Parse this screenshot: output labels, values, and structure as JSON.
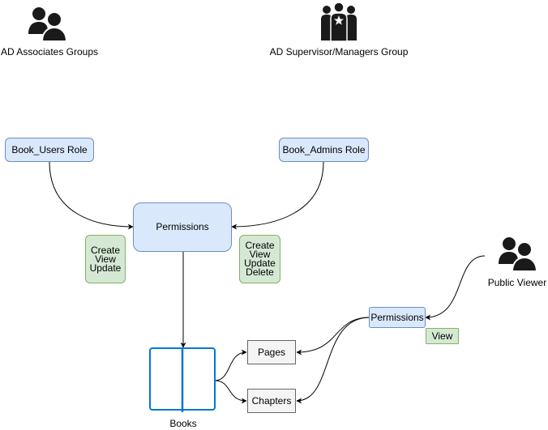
{
  "groups": {
    "associates": {
      "label": "AD Associates Groups",
      "icon": "user-group-icon"
    },
    "supervisors": {
      "label": "AD Supervisor/Managers Group",
      "icon": "manager-group-icon"
    },
    "public": {
      "label": "Public Viewer",
      "icon": "user-group-icon"
    }
  },
  "roles": {
    "users": "Book_Users Role",
    "admins": "Book_Admins Role"
  },
  "permissions": {
    "main": "Permissions",
    "public": "Permissions"
  },
  "notes": {
    "users": [
      "Create",
      "View",
      "Update"
    ],
    "admins": [
      "Create",
      "View",
      "Update",
      "Delete"
    ],
    "public": "View"
  },
  "resources": {
    "pages": "Pages",
    "chapters": "Chapters",
    "books": "Books",
    "books_icon": "open-book-icon"
  },
  "colors": {
    "role_fill": "#dae8fc",
    "role_stroke": "#6c8ebf",
    "note_fill": "#d5e8d4",
    "note_stroke": "#82b366",
    "resource_fill": "#f5f5f5",
    "resource_stroke": "#666666",
    "book_stroke": "#0077d9",
    "icon_fill": "#1a1a1a",
    "edge": "#000000"
  }
}
